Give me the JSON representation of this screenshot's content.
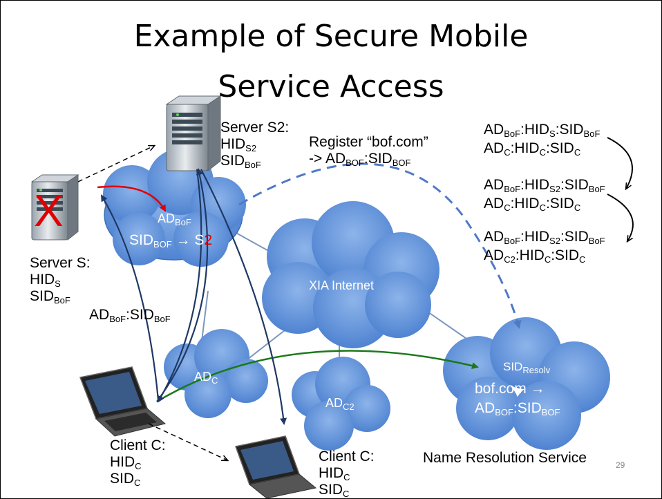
{
  "title_line1": "Example of Secure Mobile",
  "title_line2": "Service Access",
  "server_s2": {
    "name": "Server S2:",
    "hid": "HID",
    "hid_sub": "S2",
    "sid": "SID",
    "sid_sub": "BoF"
  },
  "server_s": {
    "name": "Server S:",
    "hid": "HID",
    "hid_sub": "S",
    "sid": "SID",
    "sid_sub": "BoF",
    "failed_mark": "X"
  },
  "register": {
    "line1": "Register “bof.com”",
    "arrow": "-> ",
    "ad": "AD",
    "ad_sub": "BOF",
    "sid": ":SID",
    "sid_sub": "BOF"
  },
  "cloud_bof": {
    "ad": "AD",
    "ad_sub": "BoF",
    "sid": "SID",
    "sid_sub": "BOF",
    "arrow": " → S",
    "target": "2"
  },
  "cloud_internet": {
    "label": "XIA Internet"
  },
  "cloud_adc": {
    "ad": "AD",
    "ad_sub": "C"
  },
  "cloud_adc2": {
    "ad": "AD",
    "ad_sub": "C2"
  },
  "cloud_resolv": {
    "sid": "SID",
    "sid_sub": "Resolv",
    "line1": "bof.com  →",
    "ad": "AD",
    "ad_sub": "BOF",
    "sid2": ":SID",
    "sid2_sub": "BOF"
  },
  "addr_label": {
    "ad": "AD",
    "ad_sub": "BoF",
    "sid": ":SID",
    "sid_sub": "BoF"
  },
  "addresses": [
    {
      "a": "AD",
      "a_sub": "BoF",
      "h": ":HID",
      "h_sub": "S",
      "s": ":SID",
      "s_sub": "BoF",
      "a2": "AD",
      "a2_sub": "C",
      "h2": ":HID",
      "h2_sub": "C",
      "s2": ":SID",
      "s2_sub": "C"
    },
    {
      "a": "AD",
      "a_sub": "BoF",
      "h": ":HID",
      "h_sub": "S2",
      "s": ":SID",
      "s_sub": "BoF",
      "a2": "AD",
      "a2_sub": "C",
      "h2": ":HID",
      "h2_sub": "C",
      "s2": ":SID",
      "s2_sub": "C"
    },
    {
      "a": "AD",
      "a_sub": "BoF",
      "h": ":HID",
      "h_sub": "S2",
      "s": ":SID",
      "s_sub": "BoF",
      "a2": "AD",
      "a2_sub": "C2",
      "h2": ":HID",
      "h2_sub": "C",
      "s2": ":SID",
      "s2_sub": "C"
    }
  ],
  "client_c": {
    "name": "Client C:",
    "hid": "HID",
    "hid_sub": "C",
    "sid": "SID",
    "sid_sub": "C"
  },
  "client_c2": {
    "name": "Client C:",
    "hid": "HID",
    "hid_sub": "C",
    "sid": "SID",
    "sid_sub": "C"
  },
  "nrs_label": "Name Resolution Service",
  "page_number": "29",
  "colors": {
    "cloud_fill": "#5b8fd6",
    "cloud_edge": "#3d6fb5",
    "link": "#7a96bf",
    "dashed_blue": "#4f79c7",
    "dark_arrow": "#1f3864",
    "red_arrow": "#e00000",
    "green_arrow": "#1a7a1a"
  }
}
